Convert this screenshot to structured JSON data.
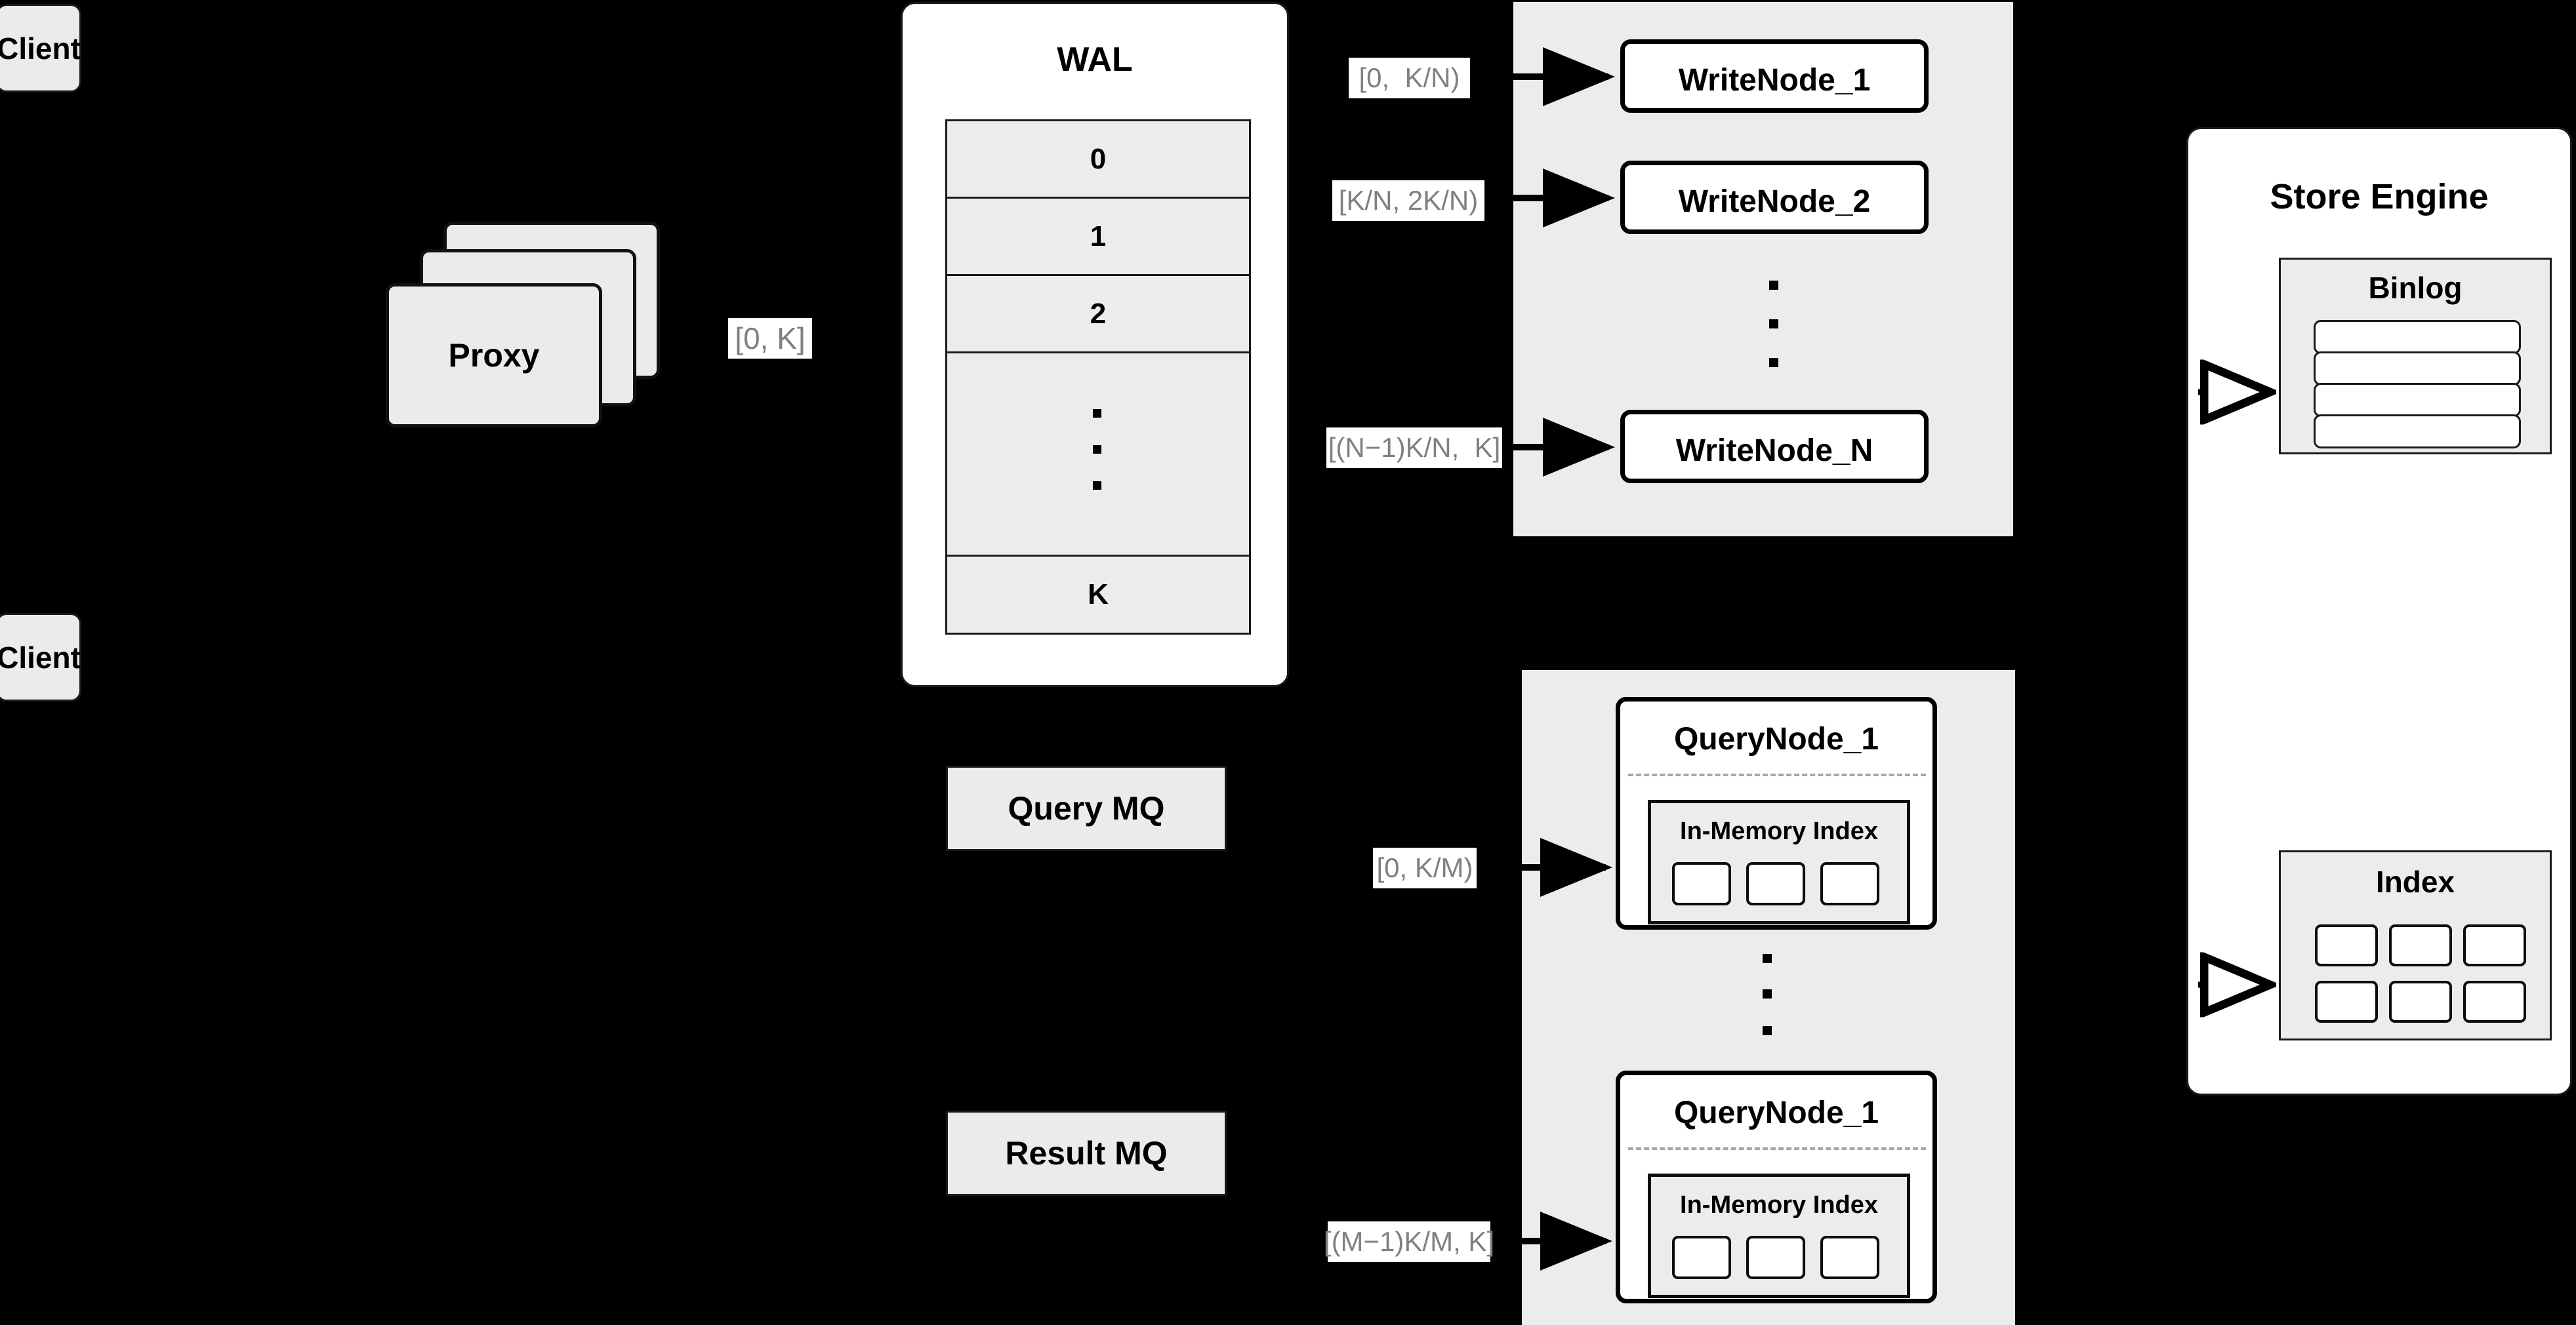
{
  "diagram": {
    "title": "Distributed Write/Query Architecture",
    "background_color": "#000000",
    "node_fill": "#ebebeb",
    "panel_fill": "#ececec",
    "white_fill": "#ffffff",
    "stroke_color": "#1a1a1a",
    "label_text_color": "#808080"
  },
  "clients": [
    {
      "label": "Client"
    },
    {
      "label": "Client"
    }
  ],
  "proxy": {
    "label": "Proxy",
    "stack_count": 3,
    "out_range_label": "[0, K]"
  },
  "wal": {
    "title": "WAL",
    "rows": [
      "0",
      "1",
      "2",
      "·\n·\n·",
      "K"
    ],
    "row_labels": [
      "0",
      "1",
      "2",
      "K"
    ],
    "ellipsis_dots": 3
  },
  "write_cluster": {
    "nodes": [
      {
        "label": "WriteNode_1",
        "range_label": "[0,  K/N)"
      },
      {
        "label": "WriteNode_2",
        "range_label": "[K/N, 2K/N)"
      },
      {
        "label": "WriteNode_N",
        "range_label": "[(N−1)K/N,  K]"
      }
    ],
    "ellipsis_dots": 3
  },
  "query_cluster": {
    "nodes": [
      {
        "label": "QueryNode_1",
        "range_label": "[0, K/M)",
        "inner": {
          "title": "In-Memory Index",
          "chip_count": 3
        }
      },
      {
        "label": "QueryNode_1",
        "range_label": "[(M−1)K/M, K]",
        "inner": {
          "title": "In-Memory Index",
          "chip_count": 3
        }
      }
    ],
    "ellipsis_dots": 3
  },
  "message_queues": [
    {
      "label": "Query MQ"
    },
    {
      "label": "Result MQ"
    }
  ],
  "store_engine": {
    "title": "Store Engine",
    "binlog": {
      "title": "Binlog",
      "bar_count": 4
    },
    "index": {
      "title": "Index",
      "chip_count": 6,
      "columns": 3,
      "rows": 2
    }
  }
}
